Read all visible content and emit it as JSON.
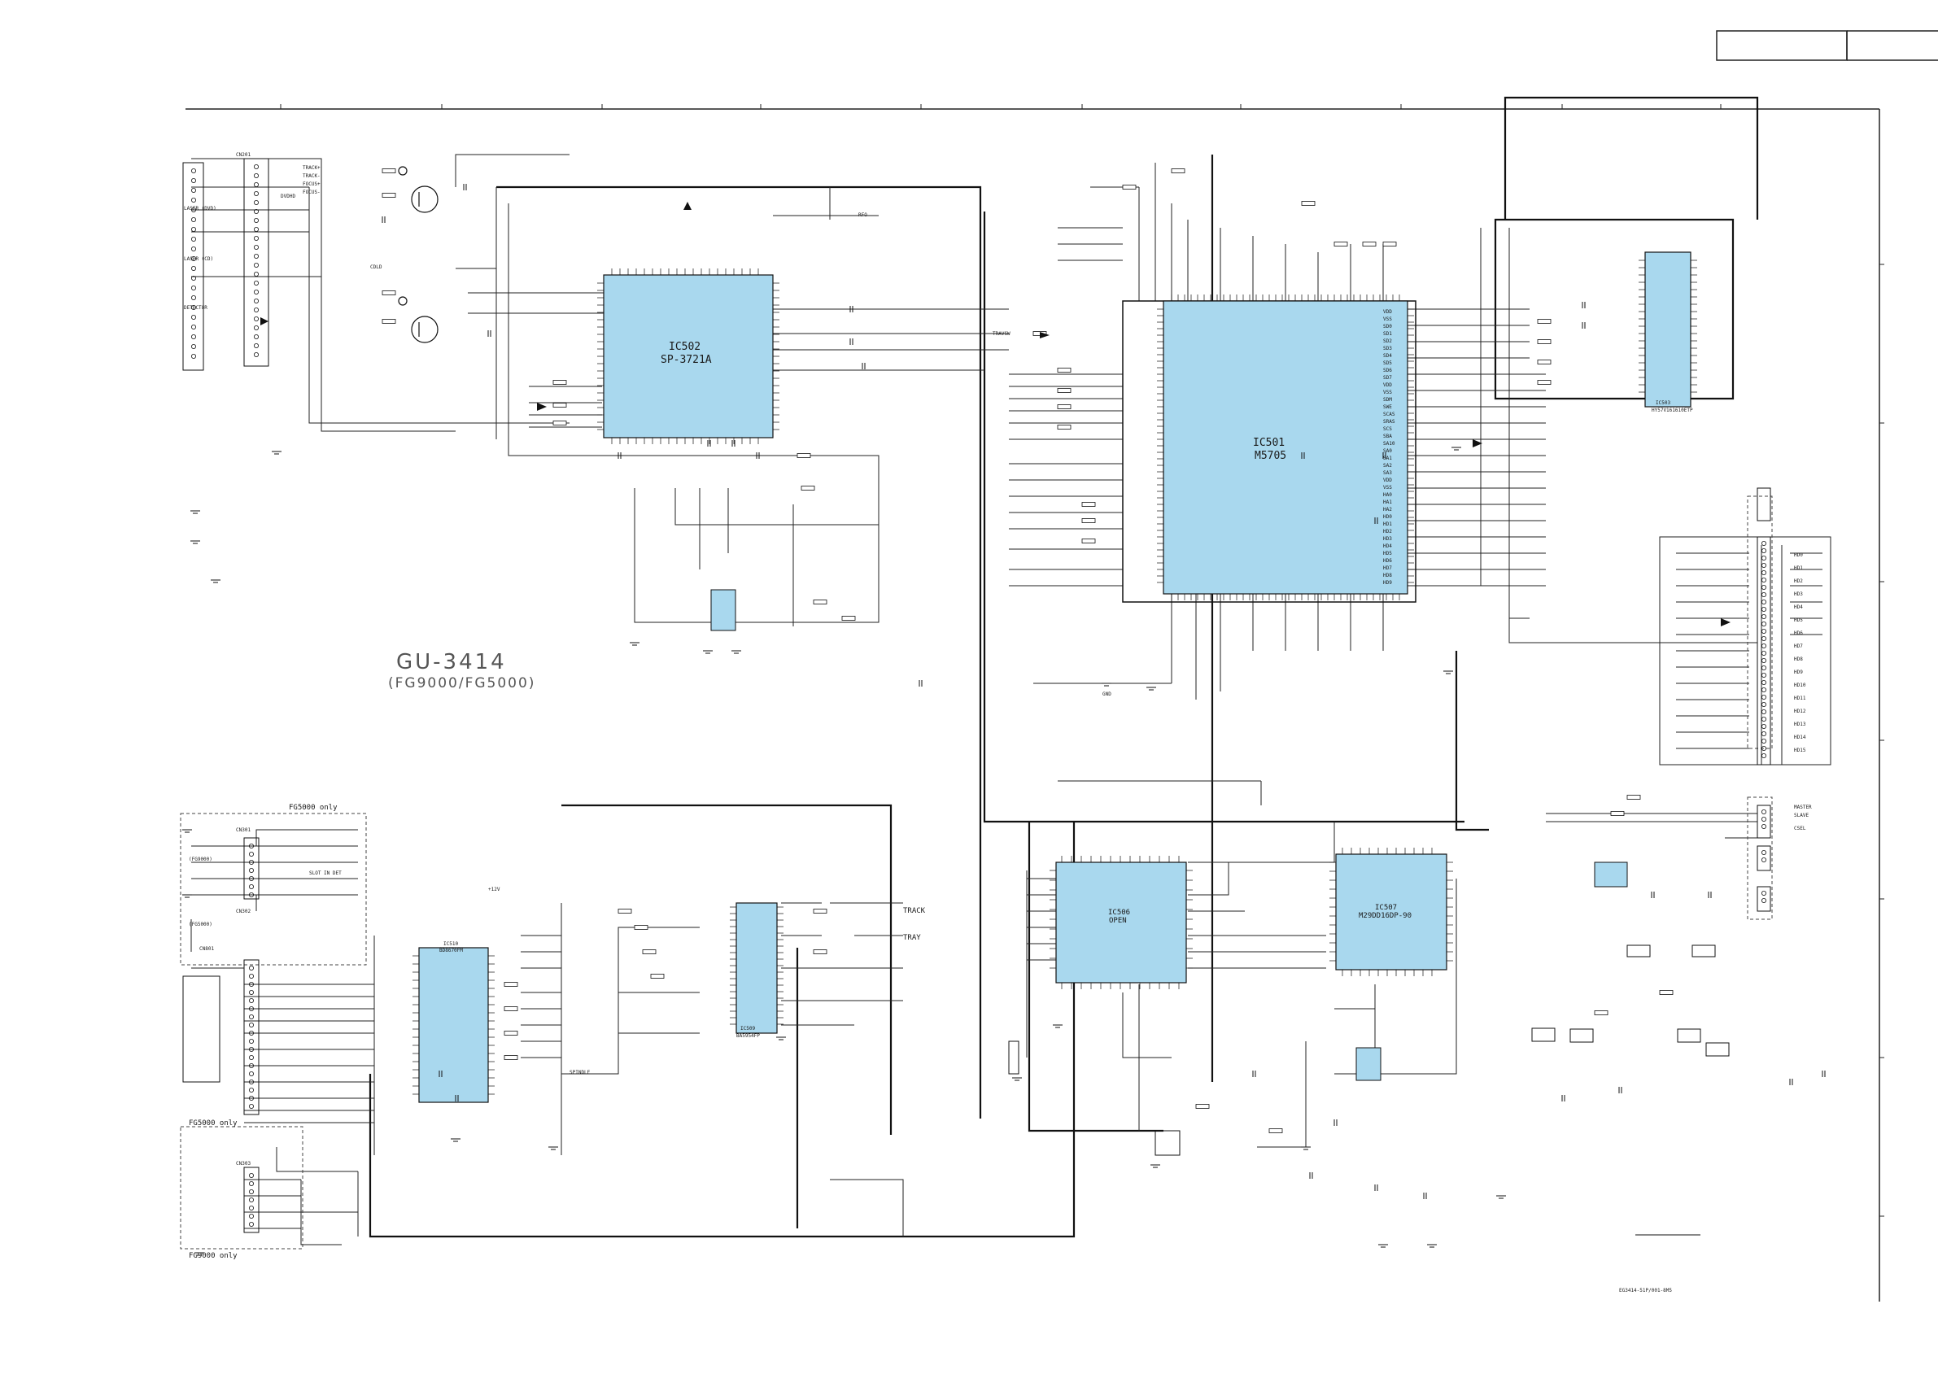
{
  "board": {
    "title": "GU-3414",
    "subtitle": "(FG9000/FG5000)",
    "drawing_number": "EG3414-51P/001-8M5"
  },
  "variant_notes": {
    "fg5000_top": "FG5000 only",
    "fg5000_mid": "FG5000 only",
    "fg9000_bottom": "FG9000 only"
  },
  "chips": {
    "ic501": {
      "ref": "IC501",
      "part": "M5705"
    },
    "ic502": {
      "ref": "IC502",
      "part": "SP-3721A"
    },
    "ic503": {
      "ref": "IC503",
      "part": "HY57V161610ETP"
    },
    "ic510": {
      "ref": "IC510",
      "part": "BD8670FM"
    },
    "ic509": {
      "ref": "IC509",
      "part": "BA5954FP"
    },
    "ic506": {
      "ref": "IC506",
      "part": "OPEN"
    },
    "ic507": {
      "ref": "IC507",
      "part": "M29DD16DP-90"
    }
  },
  "connectors": {
    "cn201": "CN201",
    "cn801": "CN801",
    "cn301": "CN301",
    "cn302": "CN302",
    "cn303": "CN303"
  },
  "signal_labels": {
    "traverse": "TRAVSW",
    "track_plus": "TRACK+",
    "track_minus": "TRACK-",
    "focus_plus": "FOCUS+",
    "focus_minus": "FOCUS-",
    "track": "TRACK",
    "tray": "TRAY",
    "spindle": "SPINDLE",
    "slot_in_det": "SLOT IN DET",
    "rfo": "RFO",
    "master": "MASTER",
    "slave": "SLAVE",
    "csel": "CSEL",
    "gnd": "GND",
    "vcc": "+12V",
    "dvdhd": "DVDHD",
    "cdld": "CDLD",
    "laser_cd": "LASER (CD)",
    "laser_dvd": "LASER (DVD)",
    "detector": "DETECTOR",
    "fg9000": "(FG9000)",
    "fg5000": "(FG5000)"
  },
  "side_pins_ic501": [
    "VDD",
    "VSS",
    "SD0",
    "SD1",
    "SD2",
    "SD3",
    "SD4",
    "SD5",
    "SD6",
    "SD7",
    "VDD",
    "VSS",
    "SDM",
    "SWE",
    "SCAS",
    "SRAS",
    "SCS",
    "SBA",
    "SA10",
    "SA0",
    "SA1",
    "SA2",
    "SA3",
    "VDD",
    "VSS",
    "HA0",
    "HA1",
    "HA2",
    "HD0",
    "HD1",
    "HD2",
    "HD3",
    "HD4",
    "HD5",
    "HD6",
    "HD7",
    "HD8",
    "HD9"
  ],
  "hd_bus": [
    "HD0",
    "HD1",
    "HD2",
    "HD3",
    "HD4",
    "HD5",
    "HD6",
    "HD7",
    "HD8",
    "HD9",
    "HD10",
    "HD11",
    "HD12",
    "HD13",
    "HD14",
    "HD15"
  ]
}
